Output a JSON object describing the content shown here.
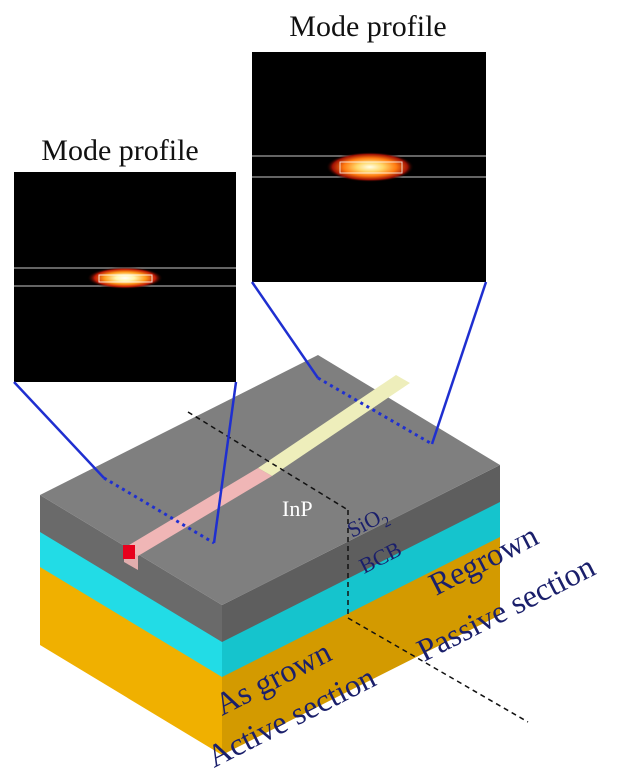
{
  "colors": {
    "inp_top": "#7f7f7f",
    "inp_side": "#5f5f5f",
    "sio2": "#22dce6",
    "sio2_dark": "#15b9c2",
    "bcb": "#f0b000",
    "bcb_dark": "#d39a00",
    "active_waveguide": "#f0b6b6",
    "passive_waveguide": "#eeeebb",
    "active_core": "#e8001c",
    "connector": "#1f2fd0",
    "navy_text": "#1a1f6b"
  },
  "panels": {
    "left_title": "Mode profile",
    "right_title": "Mode profile"
  },
  "labels": {
    "inp": "InP",
    "sio2_base": "SiO",
    "sio2_sub": "2",
    "bcb": "BCB",
    "regrown": "Regrown",
    "passive_section": "Passive section",
    "as_grown": "As grown",
    "active_section": "Active section"
  }
}
